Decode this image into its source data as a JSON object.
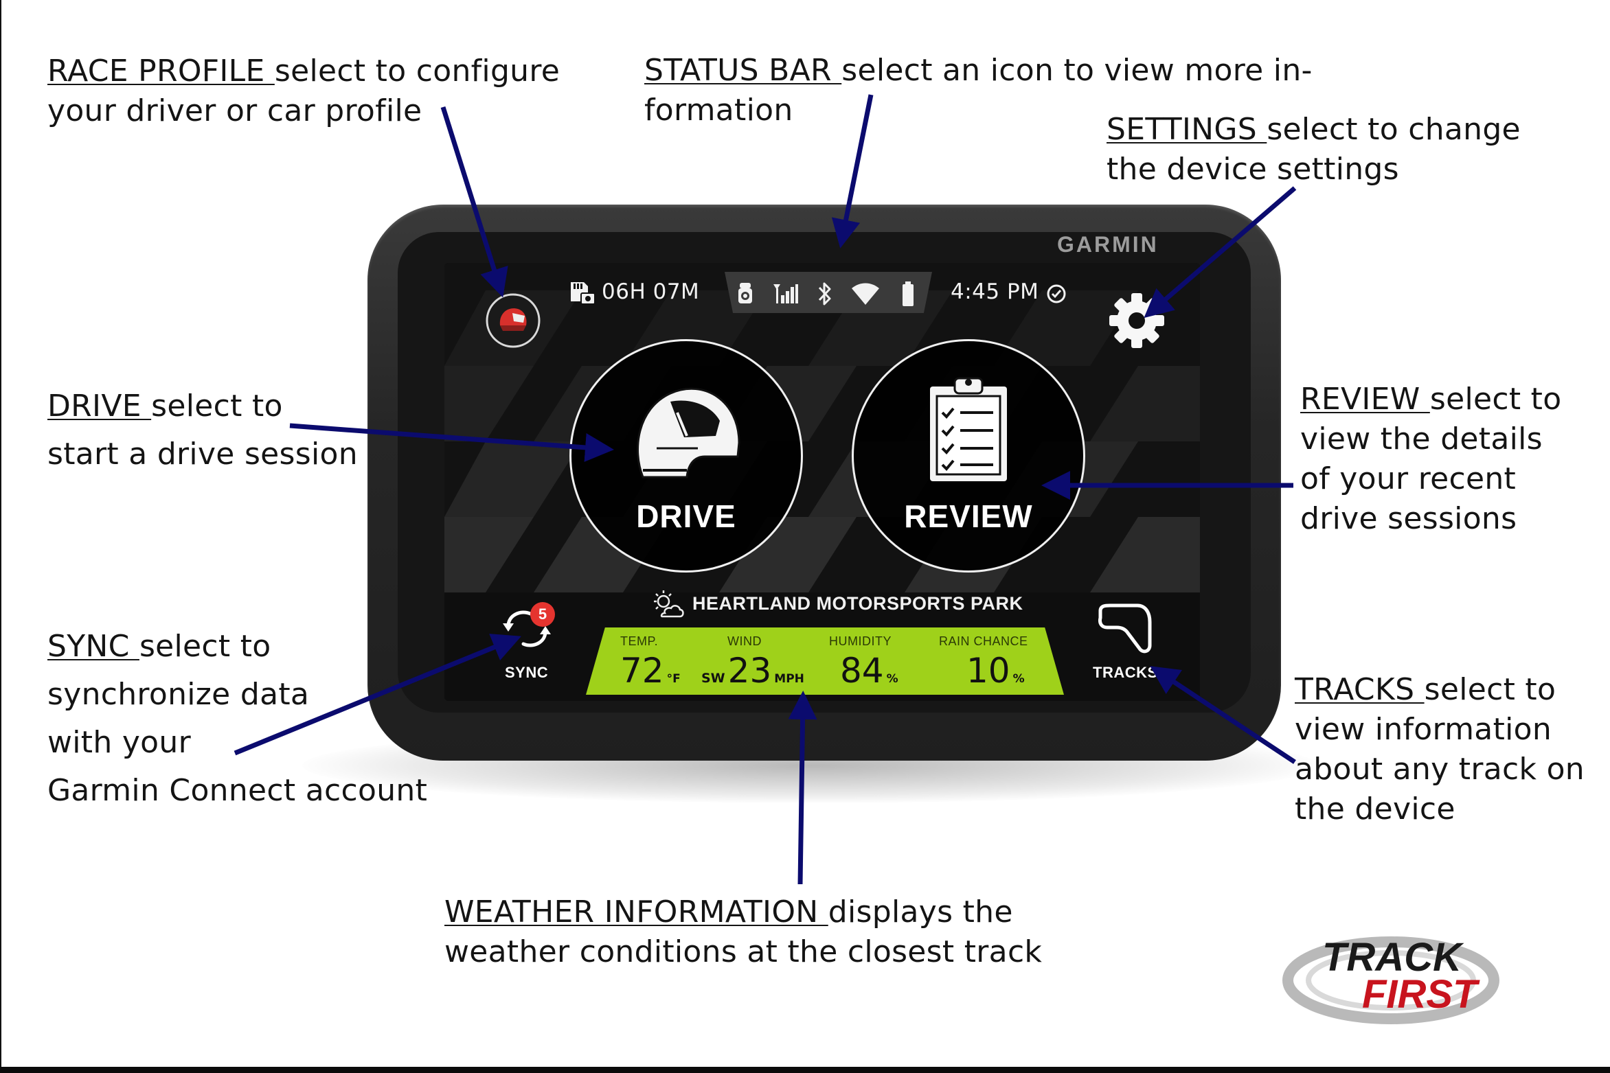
{
  "annotations": {
    "race_profile": {
      "title": "RACE PROFILE ",
      "text1": "select to configure",
      "text2": "your driver or car profile"
    },
    "status_bar": {
      "title": "STATUS BAR ",
      "text1": "select an icon to view more in-",
      "text2": "formation"
    },
    "settings": {
      "title": "SETTINGS ",
      "text1": "select to change",
      "text2": "the device settings"
    },
    "drive": {
      "title": "DRIVE ",
      "text1": "select to",
      "text2": "start a drive session"
    },
    "review": {
      "title": "REVIEW ",
      "text1": "select to",
      "text2": "view the details",
      "text3": "of your recent",
      "text4": "drive sessions"
    },
    "sync": {
      "title": "SYNC ",
      "text1": "select to",
      "text2": "synchronize data",
      "text3": "with your",
      "text4": "Garmin Connect account"
    },
    "tracks": {
      "title": "TRACKS ",
      "text1": "select to",
      "text2": "view information",
      "text3": "about any track on",
      "text4": "the device"
    },
    "weather": {
      "title": "WEATHER INFORMATION ",
      "text1": "displays the",
      "text2": "weather conditions at the closest track"
    }
  },
  "device": {
    "brand": "GARMIN",
    "status_bar": {
      "recording_time": "06H 07M",
      "clock": "4:45 PM"
    },
    "buttons": {
      "drive": "DRIVE",
      "review": "REVIEW",
      "sync": "SYNC",
      "tracks": "TRACKS"
    },
    "sync_badge": "5",
    "track_name": "HEARTLAND MOTORSPORTS PARK",
    "weather": {
      "temp": {
        "label": "TEMP.",
        "value": "72",
        "unit": "°F"
      },
      "wind": {
        "label": "WIND",
        "dir": "SW",
        "value": "23",
        "unit": "MPH"
      },
      "humidity": {
        "label": "HUMIDITY",
        "value": "84",
        "unit": "%"
      },
      "rain": {
        "label": "RAIN CHANCE",
        "value": "10",
        "unit": "%"
      }
    },
    "weather_bar_color": "#9fd11a"
  },
  "logo": {
    "line1": "TRACK",
    "line2": "FIRST"
  },
  "colors": {
    "arrow": "#0b0b6e",
    "badge": "#e5342f",
    "logo_red": "#c8141e"
  }
}
